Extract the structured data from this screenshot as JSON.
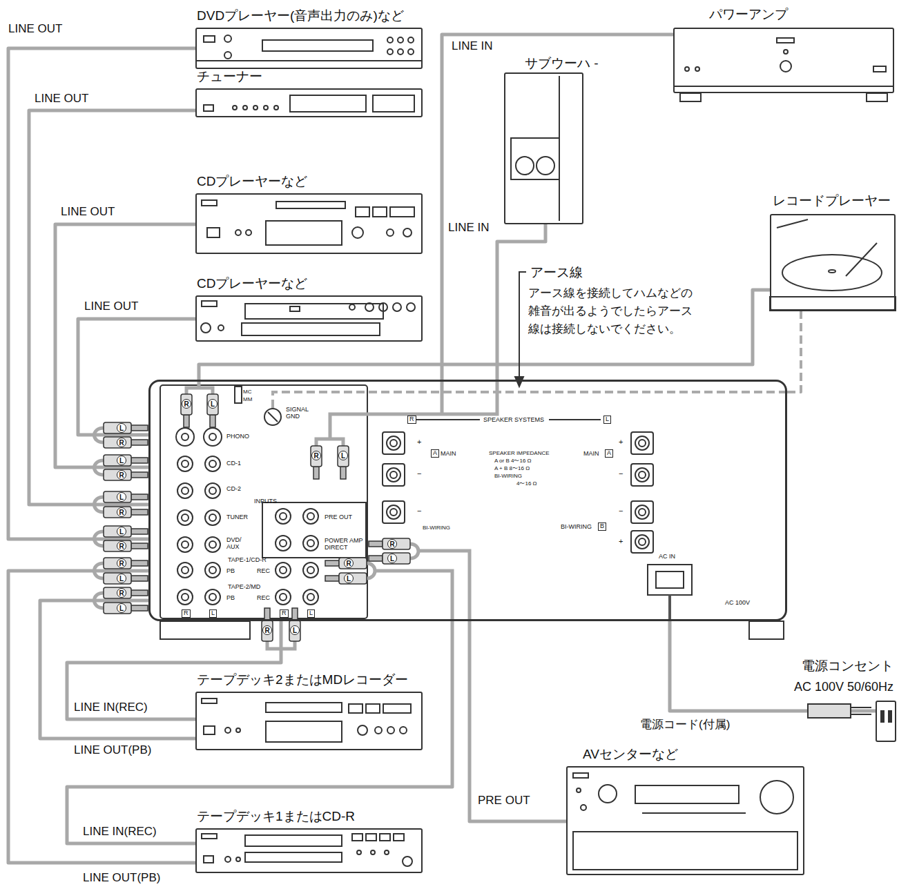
{
  "diagram": {
    "nodes": [
      {
        "text": [
          "DVDプレーヤー(音声出力のみ)など"
        ]
      },
      {
        "text": [
          "チューナー"
        ]
      },
      {
        "text": [
          "CDプレーヤーなど"
        ]
      },
      {
        "text": [
          "CDプレーヤーなど"
        ]
      },
      {
        "text": [
          "パワーアンプ"
        ]
      },
      {
        "text": [
          "サブウーハ -"
        ]
      },
      {
        "text": [
          "レコードプレーヤー"
        ]
      },
      {
        "text": [
          "INPUTS"
        ]
      },
      {
        "text": [
          "テープデッキ2またはMDレコーダー"
        ]
      },
      {
        "text": [
          "テープデッキ1またはCD-R"
        ]
      },
      {
        "text": [
          "AVセンターなど"
        ]
      },
      {
        "text": [
          "電源コンセント",
          "AC 100V  50/60Hz"
        ]
      }
    ],
    "edges": [
      {
        "from": 0,
        "to": 7,
        "arrow": "none",
        "label": "LINE OUT"
      },
      {
        "from": 1,
        "to": 7,
        "arrow": "none",
        "label": "LINE OUT"
      },
      {
        "from": 2,
        "to": 7,
        "arrow": "none",
        "label": "LINE OUT"
      },
      {
        "from": 3,
        "to": 7,
        "arrow": "none",
        "label": "LINE OUT"
      },
      {
        "from": 7,
        "to": 4,
        "arrow": "none",
        "label": "LINE IN"
      },
      {
        "from": 7,
        "to": 5,
        "arrow": "none",
        "label": "LINE IN"
      },
      {
        "from": 6,
        "to": 7,
        "arrow": "none"
      },
      {
        "from": 6,
        "to": 7,
        "arrow": "none"
      },
      {
        "from": 7,
        "to": 8,
        "arrow": "none",
        "label": "LINE IN(REC)"
      },
      {
        "from": 8,
        "to": 7,
        "arrow": "none",
        "label": "LINE OUT(PB)"
      },
      {
        "from": 7,
        "to": 9,
        "arrow": "none",
        "label": "LINE IN(REC)"
      },
      {
        "from": 9,
        "to": 7,
        "arrow": "none",
        "label": "LINE OUT(PB)"
      },
      {
        "from": 10,
        "to": 7,
        "arrow": "none",
        "label": "PRE OUT"
      },
      {
        "from": 7,
        "to": 11,
        "arrow": "none",
        "label": "電源コード(付属)"
      }
    ],
    "labels": [
      "アース線",
      "アース線を接続してハムなどの 雑音が出るようでしたらアース 線は接続しないでください。",
      "MC",
      "MM",
      "PHONO",
      "CD-1",
      "CD-2",
      "TUNER",
      "DVD/ AUX",
      "SIGNAL GND",
      "PRE OUT",
      "POWER AMP DIRECT",
      "TAPE-1/CD-R",
      "PB",
      "REC",
      "TAPE-2/MD",
      "PB",
      "REC",
      "R",
      "L",
      "R",
      "L",
      "SPEAKER SYSTEMS",
      "R",
      "L",
      "+",
      "−",
      "A",
      "MAIN",
      "SPEAKER IMPEDANCE",
      "A or B  4〜16 Ω",
      "A + B  8〜16 Ω",
      "BI-WIRING",
      "4〜16 Ω",
      "MAIN",
      "A",
      "+",
      "−",
      "−",
      "BI-WIRING",
      "−",
      "BI-WIRING",
      "B",
      "+",
      "AC IN",
      "AC 100V",
      "R",
      "L",
      "L",
      "R",
      "L",
      "R",
      "L",
      "R",
      "L",
      "R",
      "R",
      "L",
      "R",
      "L",
      "R",
      "L",
      "R",
      "L",
      "R",
      "L",
      "R",
      "L"
    ]
  }
}
